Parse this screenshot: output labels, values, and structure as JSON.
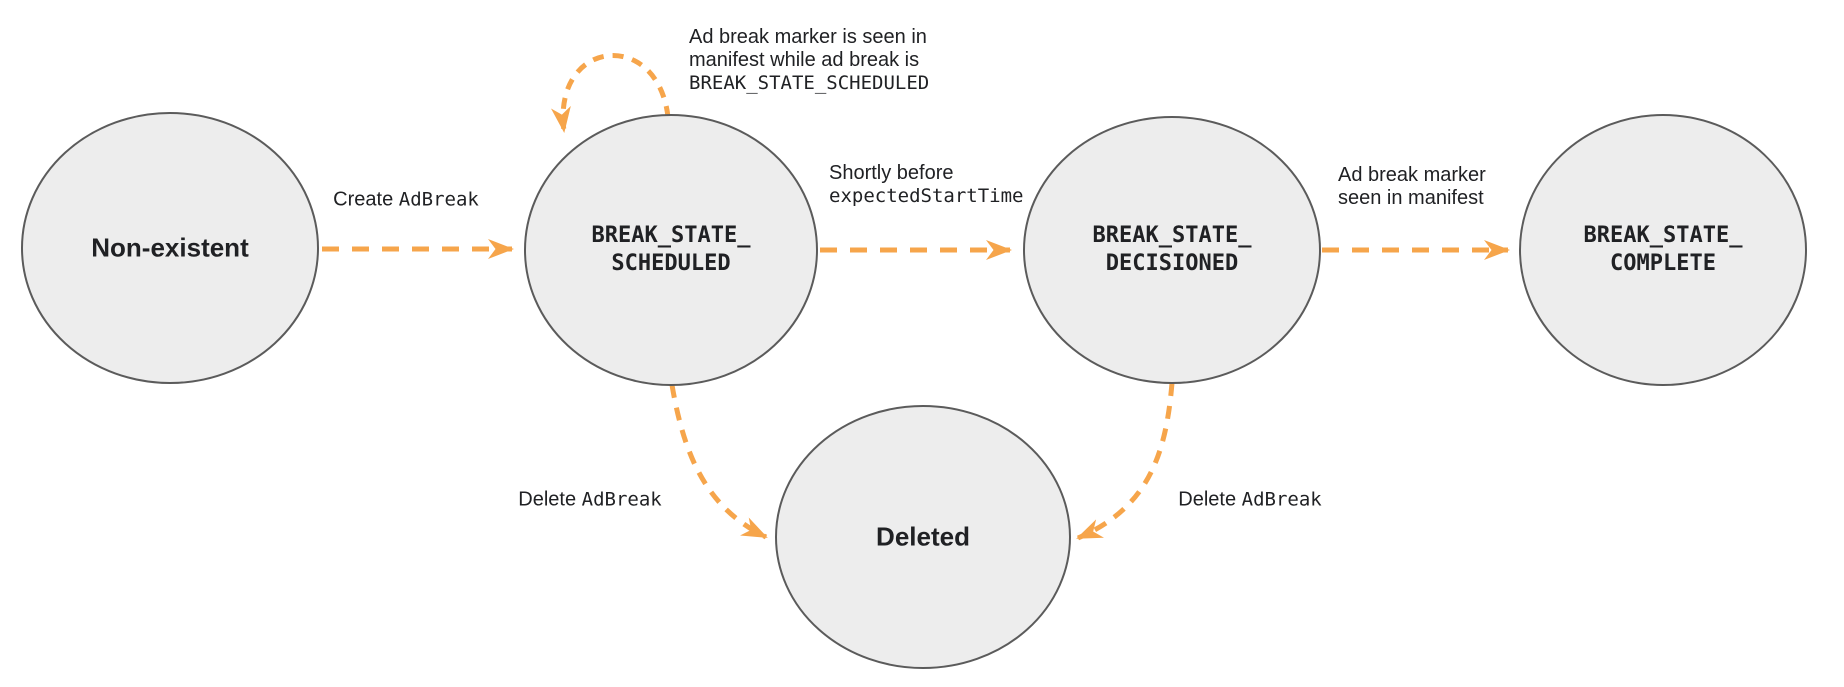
{
  "diagram": {
    "colors": {
      "arrow": "#F6A54B",
      "node_fill": "#EDEDED",
      "node_border": "#5B5B5B",
      "text": "#202124",
      "background": "#FFFFFF"
    },
    "states": {
      "non_existent": {
        "label": "Non-existent"
      },
      "scheduled": {
        "line1": "BREAK_STATE_",
        "line2": "SCHEDULED"
      },
      "decisioned": {
        "line1": "BREAK_STATE_",
        "line2": "DECISIONED"
      },
      "complete": {
        "line1": "BREAK_STATE_",
        "line2": "COMPLETE"
      },
      "deleted": {
        "label": "Deleted"
      }
    },
    "transitions": {
      "create": {
        "pre": "Create ",
        "code": "AdBreak"
      },
      "self_loop": {
        "line1": "Ad break marker is seen in",
        "line2": "manifest while ad break is",
        "code_line": "BREAK_STATE_SCHEDULED"
      },
      "to_decisioned": {
        "line1": "Shortly before",
        "code_line": "expectedStartTime"
      },
      "to_complete": {
        "line1": "Ad break marker",
        "line2": "seen in manifest"
      },
      "delete_from_scheduled": {
        "pre": "Delete ",
        "code": "AdBreak"
      },
      "delete_from_decisioned": {
        "pre": "Delete ",
        "code": "AdBreak"
      }
    }
  }
}
